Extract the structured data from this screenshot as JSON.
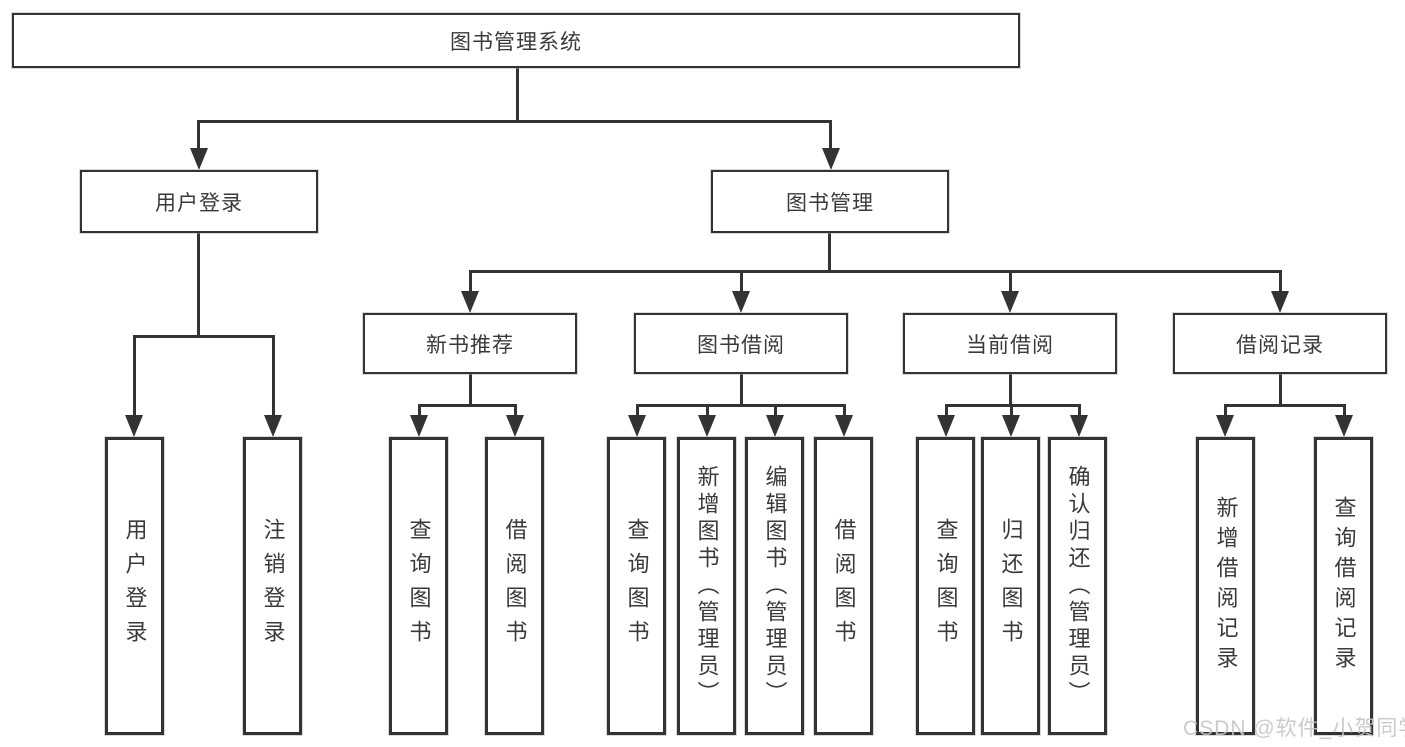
{
  "tree": {
    "label": "图书管理系统",
    "children": [
      {
        "label": "用户登录",
        "children": [
          {
            "label": "用户登录"
          },
          {
            "label": "注销登录"
          }
        ]
      },
      {
        "label": "图书管理",
        "children": [
          {
            "label": "新书推荐",
            "children": [
              {
                "label": "查询图书"
              },
              {
                "label": "借阅图书"
              }
            ]
          },
          {
            "label": "图书借阅",
            "children": [
              {
                "label": "查询图书"
              },
              {
                "label": "新增图书（管理员）"
              },
              {
                "label": "编辑图书（管理员）"
              },
              {
                "label": "借阅图书"
              }
            ]
          },
          {
            "label": "当前借阅",
            "children": [
              {
                "label": "查询图书"
              },
              {
                "label": "归还图书"
              },
              {
                "label": "确认归还（管理员）"
              }
            ]
          },
          {
            "label": "借阅记录",
            "children": [
              {
                "label": "新增借阅记录"
              },
              {
                "label": "查询借阅记录"
              }
            ]
          }
        ]
      }
    ]
  },
  "watermark": {
    "text": "CSDN @软件_小贺同学"
  },
  "colors": {
    "background": "#ffffff",
    "line": "#333333",
    "box_border": "#333333",
    "text": "#3a3a3a",
    "watermark": "#c6c6c6"
  }
}
